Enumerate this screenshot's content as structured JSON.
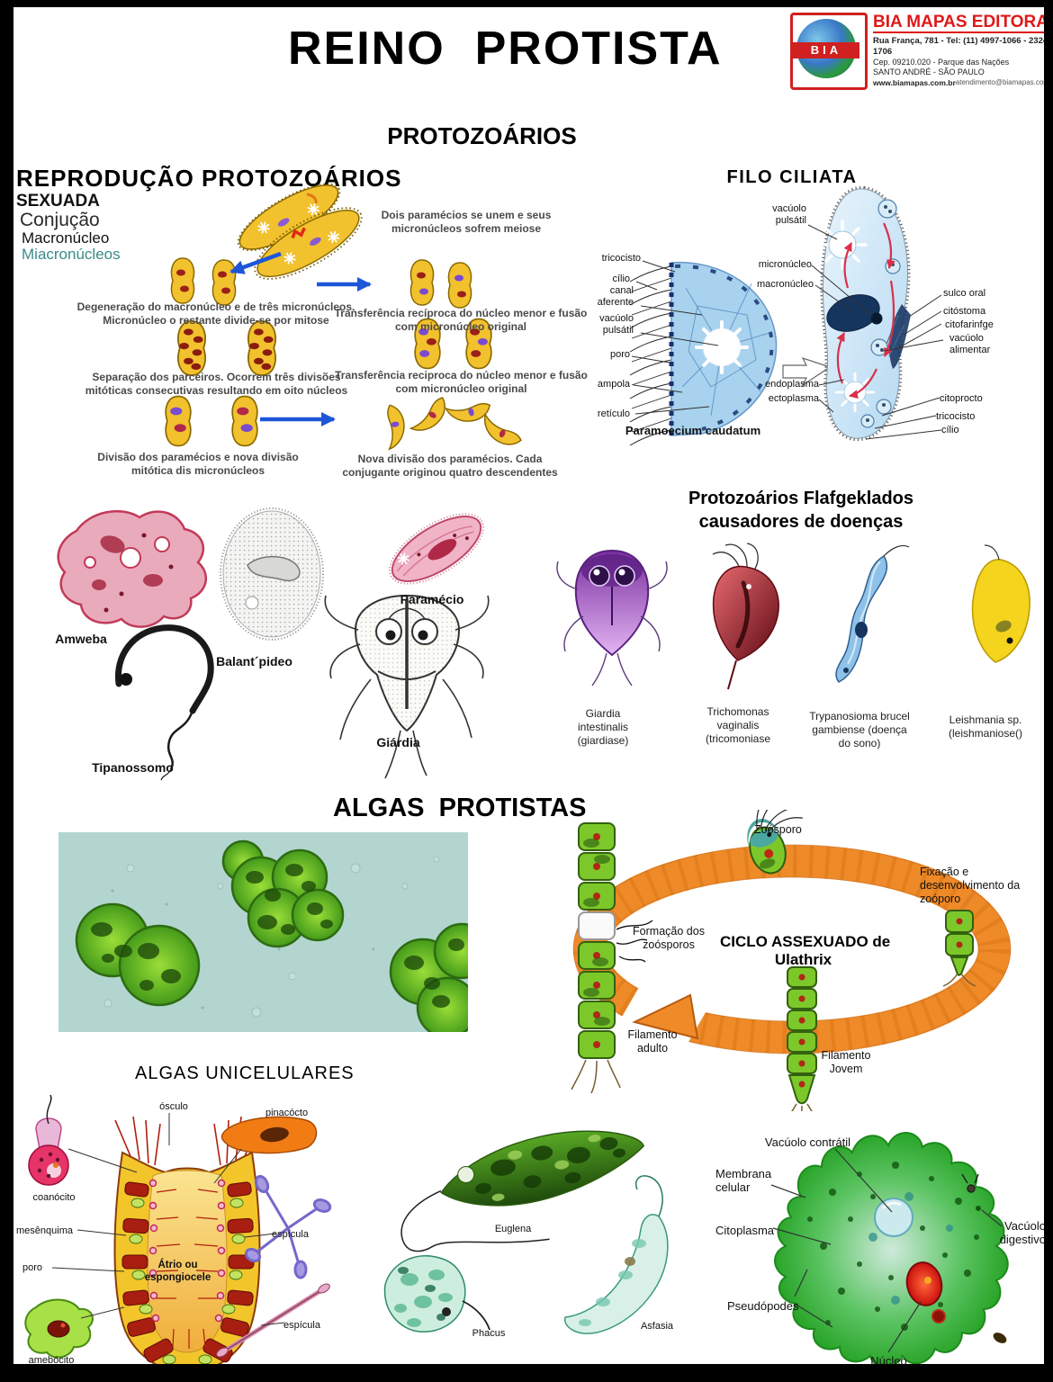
{
  "header": {
    "title": "REINO  PROTISTA",
    "publisher": {
      "name": "BIA MAPAS EDITORA",
      "logo": "BIA",
      "address1": "Rua França, 781 - Tel: (11) 4997-1066 - 2324-1706",
      "address2": "Cep. 09210.020 - Parque das Nações",
      "address3": "SANTO ANDRÉ - SÃO PAULO",
      "website": "www.biamapas.com.br",
      "email": "atendimento@biamapas.com.br"
    }
  },
  "protozoarios_heading": "PROTOZOÁRIOS",
  "reproducao": {
    "title": "REPRODUÇÃO PROTOZOÁRIOS",
    "sexuada": "SEXUADA",
    "conjucao": "Conjução",
    "macronucleo": "Macronúcleo",
    "micronucleos": "Miacronúcleos",
    "steps": [
      "Dois paramécios se unem e seus micronúcleos sofrem meiose",
      "Degeneração do macronúcleo e de três micronúcleos. Micronúcleo o restante divide-se por mitose",
      "Transferência recíproca do núcleo menor e fusão com micronúcleo original",
      "Separação dos parceiros. Ocorrem três divisões mitóticas consecutivas resultando em oito núcleos",
      "Transferência reciproca do núcleo menor e fusão com micronúcleo original",
      "Divisão dos paramécios e nova divisão mitótica dis micronúcleos",
      "Nova divisão dos paramécios. Cada conjugante originou quatro descendentes"
    ]
  },
  "filo": {
    "title": "FILO CILIATA",
    "caption": "Paramoecium caudatum",
    "labels": {
      "tricocisto": "tricocisto",
      "cilio": "cílio",
      "canal_aferente": "canal aferente",
      "vacuolo_pulsatil": "vacúolo pulsátil",
      "poro": "poro",
      "ampola": "ampola",
      "reticulo": "retículo",
      "vacuolo_pulsatil2": "vacúolo pulsátil",
      "micronucleo": "micronúcleo",
      "macronucleo": "macronúcleo",
      "sulco_oral": "sulco oral",
      "citostoma": "citóstoma",
      "citofaringe": "citofarinfge",
      "vacuolo_alimentar": "vacúolo alimentar",
      "endoplasma": "endoplasma",
      "ectoplasma": "ectoplasma",
      "citoprocto": "citoprocto",
      "tricocisto2": "tricocisto",
      "cilio2": "cílio"
    }
  },
  "exemplos": {
    "amweba": "Amweba",
    "balantipideo": "Balant´pideo",
    "paramecio": "Paramécio",
    "tipanossomo": "Tipanossomo",
    "giardia": "Giárdia"
  },
  "flagelados": {
    "heading1": "Protozoários Flafgeklados",
    "heading2": "causadores de doenças",
    "items": [
      "Giardia intestinalis (giardiase)",
      "Trichomonas vaginalis (tricomoniase",
      "Trypanosioma brucel gambiense (doença do sono)",
      "Leishmania sp. (leishmaniose()"
    ]
  },
  "algas": {
    "heading": "ALGAS  PROTISTAS",
    "micrograph_caption": "ALGAS UNICELULARES"
  },
  "ciclo": {
    "title1": "CICLO ASSEXUADO de",
    "title2": "Ulathrix",
    "zoosporo": "Zoósporo",
    "fixacao": "Fixação e desenvolvimento da zoóporo",
    "formacao": "Formação dos zoósporos",
    "filamento_adulto": "Filamento adulto",
    "filamento_jovem": "Filamento Jovem"
  },
  "esponja": {
    "osculo": "ósculo",
    "pinacocto": "pinacócto",
    "coanocito": "coanócito",
    "mesenquima": "mesênquima",
    "poro": "poro",
    "amebocito": "amebócito",
    "atrio": "Átrio ou espongiocele",
    "espicula1": "espícula",
    "espicula2": "espícula"
  },
  "euglenoides": {
    "euglena": "Euglena",
    "phacus": "Phacus",
    "asfasia": "Asfasia"
  },
  "ameba": {
    "vacuolo_contratil": "Vacúolo contrátil",
    "membrana": "Membrana celular",
    "citoplasma": "Citoplasma",
    "pseudopodes": "Pseudópodes",
    "nucleo": "Núcleo",
    "vacuolo_digestivo": "Vacúolo digestivo"
  },
  "colors": {
    "publisher_red": "#e01818",
    "label_teal": "#3a8a8a",
    "arrow_blue": "#1e56d9",
    "cell_yellow": "#f2c12e",
    "ciliate_blue": "#a8d2ee",
    "ring_orange": "#ee8a28",
    "algae_green": "#6cc024",
    "ameba_green": "#2aa52a"
  }
}
